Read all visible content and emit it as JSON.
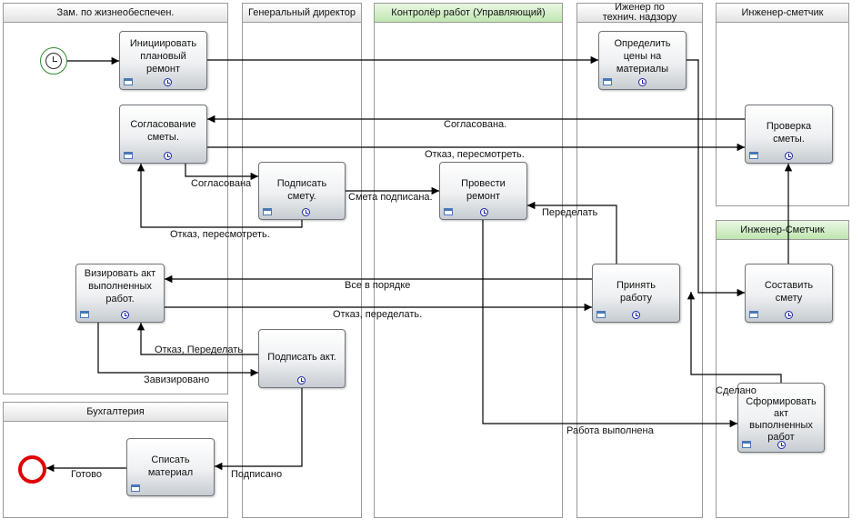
{
  "lanes": {
    "zam": "Зам. по жизнеобеспечен.",
    "director": "Генеральный директор",
    "controller": "Контролёр работ (Управляющий)",
    "engineer_tech": "Иженер    по\nтехнич. надзору",
    "smetchik_top": "Инженер-сметчик",
    "smetchik_bottom": "Инженер-Сметчик",
    "buh": "Бухгалтерия"
  },
  "tasks": {
    "initiate": "Инициировать\nплановый\nремонт",
    "soglasovanie": "Согласование\nсметы.",
    "vizirovat": "Визировать акт\nвыполненных\nработ.",
    "podpisat_smetu": "Подписать\nсмету.",
    "podpisat_akt": "Подписать акт.",
    "provesti": "Провести\nремонт",
    "ceny": "Определить\nцены на\nматериалы",
    "prinyat": "Принять\nработу",
    "proverka": "Проверка\nсметы.",
    "sostavit": "Составить\nсмету",
    "sformirovat": "Сформировать\nакт\nвыполненных\nработ",
    "spisat": "Списать\nматериал"
  },
  "flows": {
    "soglasovana": "Согласована.",
    "otkaz_peresmotret_top": "Отказ, пересмотреть.",
    "soglasovana_2": "Согласована",
    "smeta_podpisana": "Смета подписана.",
    "peredelat": "Переделать",
    "otkaz_peresmotret": "Отказ, пересмотреть.",
    "vse_v_poryadke": "Все в порядке",
    "otkaz_peredelat": "Отказ, переделать.",
    "otkaz_peredelat_2": "Отказ, Переделать",
    "zavizirovano": "Завизировано",
    "sdelano": "Сделано",
    "rabota_vypolnena": "Работа выполнена",
    "gotovo": "Готово",
    "podpisano": "Подписано"
  },
  "colors": {
    "end_event": "#e00000",
    "start_event": "#2e8b2e",
    "green_header": "#bfe6b0",
    "edge": "#000000"
  }
}
